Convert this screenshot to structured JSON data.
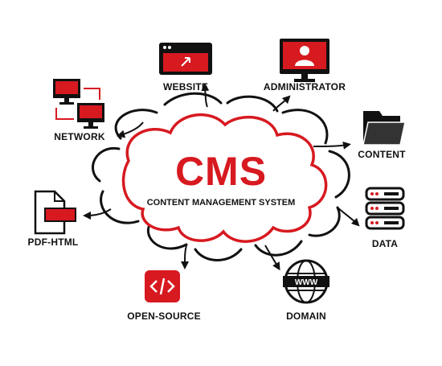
{
  "center": {
    "title": "CMS",
    "subtitle": "CONTENT MANAGEMENT SYSTEM"
  },
  "colors": {
    "accent": "#d71920",
    "ink": "#111111"
  },
  "nodes": [
    {
      "key": "website",
      "label": "WEBSITE",
      "icon": "browser-window-icon"
    },
    {
      "key": "administrator",
      "label": "ADMINISTRATOR",
      "icon": "admin-monitor-icon"
    },
    {
      "key": "network",
      "label": "NETWORK",
      "icon": "network-computers-icon"
    },
    {
      "key": "content",
      "label": "CONTENT",
      "icon": "folder-icon"
    },
    {
      "key": "pdf_html",
      "label": "PDF-HTML",
      "icon": "document-icon"
    },
    {
      "key": "data",
      "label": "DATA",
      "icon": "server-stack-icon"
    },
    {
      "key": "open_source",
      "label": "OPEN-SOURCE",
      "icon": "code-tag-icon"
    },
    {
      "key": "domain",
      "label": "DOMAIN",
      "icon": "globe-www-icon"
    }
  ]
}
